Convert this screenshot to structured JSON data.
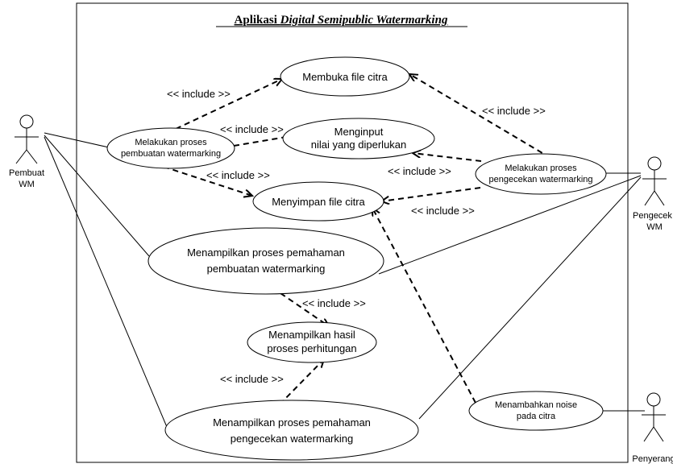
{
  "system": {
    "title_prefix": "Aplikasi ",
    "title_italic": "Digital Semipublic Watermarking"
  },
  "actors": {
    "pembuat": {
      "line1": "Pembuat",
      "line2": "WM"
    },
    "pengecek": {
      "line1": "Pengecek",
      "line2": "WM"
    },
    "penyerang": {
      "line1": "Penyerang"
    }
  },
  "use_cases": {
    "membuka": {
      "line1": "Membuka file citra"
    },
    "buat_wm": {
      "line1": "Melakukan proses",
      "line2": "pembuatan watermarking"
    },
    "input": {
      "line1": "Menginput",
      "line2": "nilai yang diperlukan"
    },
    "cek_wm": {
      "line1": "Melakukan proses",
      "line2": "pengecekan watermarking"
    },
    "simpan": {
      "line1": "Menyimpan file citra"
    },
    "paham_buat": {
      "line1": "Menampilkan proses pemahaman",
      "line2": "pembuatan watermarking"
    },
    "hasil": {
      "line1": "Menampilkan hasil",
      "line2": "proses perhitungan"
    },
    "noise": {
      "line1": "Menambahkan noise",
      "line2": "pada citra"
    },
    "paham_cek": {
      "line1": "Menampilkan proses pemahaman",
      "line2": "pengecekan watermarking"
    }
  },
  "relations": {
    "include_label": "<< include >>"
  }
}
